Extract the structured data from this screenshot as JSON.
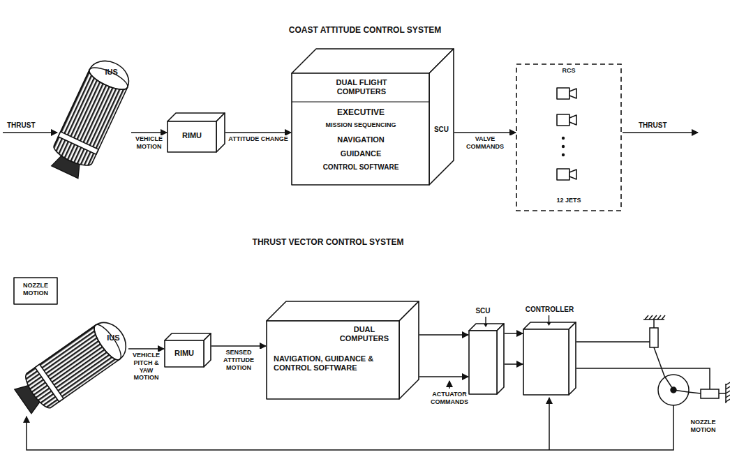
{
  "diagram": {
    "nodes": [
      {
        "text": [
          "IUS"
        ]
      },
      {
        "text": [
          "RIMU"
        ]
      },
      {
        "text": [
          "DUAL FLIGHT COMPUTERS",
          "EXECUTIVE",
          "MISSION SEQUENCING",
          "NAVIGATION",
          "GUIDANCE",
          "CONTROL SOFTWARE",
          "SCU"
        ]
      },
      {
        "text": [
          "RCS",
          "12 JETS"
        ]
      },
      {
        "text": [
          "NOZZLE MOTION"
        ]
      },
      {
        "text": [
          "IUS"
        ]
      },
      {
        "text": [
          "RIMU"
        ]
      },
      {
        "text": [
          "DUAL COMPUTERS",
          "NAVIGATION, GUIDANCE & CONTROL SOFTWARE"
        ]
      },
      {
        "text": [
          "SCU"
        ]
      },
      {
        "text": [
          "CONTROLLER"
        ]
      }
    ],
    "edges": [
      {
        "from": 0,
        "to": 1,
        "arrow": "to",
        "label": "VEHICLE MOTION"
      },
      {
        "from": 1,
        "to": 2,
        "arrow": "to",
        "label": "ATTITUDE CHANGE"
      },
      {
        "from": 2,
        "to": 3,
        "arrow": "to",
        "label": "VALVE COMMANDS"
      },
      {
        "from": 5,
        "to": 6,
        "arrow": "to",
        "label": "VEHICLE PITCH & YAW MOTION"
      },
      {
        "from": 6,
        "to": 7,
        "arrow": "to",
        "label": "SENSED ATTITUDE MOTION"
      },
      {
        "from": 7,
        "to": 8,
        "arrow": "to"
      },
      {
        "from": 7,
        "to": 8,
        "arrow": "to"
      },
      {
        "from": 8,
        "to": 9,
        "arrow": "to"
      },
      {
        "from": 8,
        "to": 9,
        "arrow": "to"
      }
    ],
    "labels": [
      "COAST ATTITUDE CONTROL SYSTEM",
      "THRUST",
      "THRUST",
      "THRUST VECTOR CONTROL SYSTEM",
      "ACTUATOR COMMANDS",
      "NOZZLE MOTION"
    ]
  }
}
